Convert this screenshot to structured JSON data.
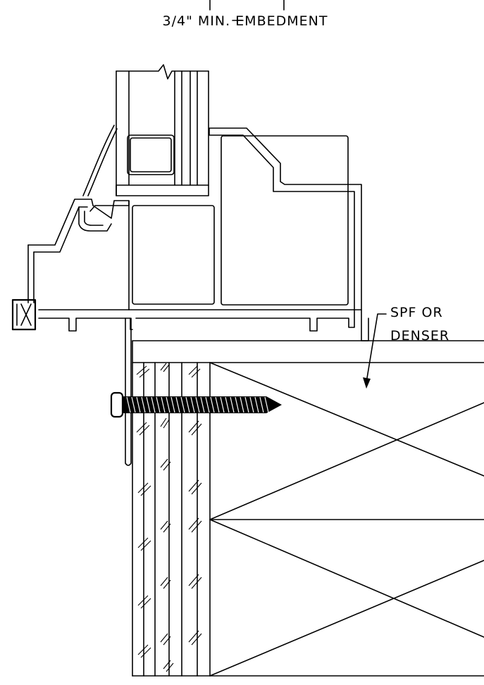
{
  "labels": {
    "embedment": "3/4\" MIN. EMBEDMENT",
    "wood_species_line1": "SPF OR",
    "wood_species_line2": "DENSER"
  },
  "colors": {
    "line": "#000000",
    "background": "#ffffff"
  }
}
